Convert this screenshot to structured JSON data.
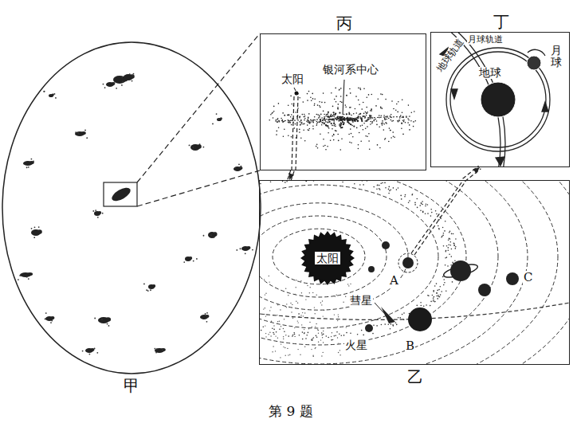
{
  "diagram": {
    "caption": "第 9 题",
    "nodes": [
      {
        "text": [
          "甲"
        ]
      },
      {
        "text": [
          "丙"
        ]
      },
      {
        "text": [
          "丁"
        ]
      },
      {
        "text": [
          "乙"
        ]
      },
      {
        "text": [
          "太阳"
        ],
        "in": 3
      }
    ],
    "edges": [
      {
        "from": 0,
        "to": 1,
        "arrow": "none"
      },
      {
        "from": 1,
        "to": 3,
        "arrow": "to"
      },
      {
        "from": 3,
        "to": 2,
        "arrow": "to"
      }
    ],
    "labels": [
      "太阳",
      "银河系中心",
      "月球轨道",
      "地球轨道",
      "地球",
      "月球",
      "A",
      "彗星",
      "火星",
      "B",
      "C"
    ]
  }
}
